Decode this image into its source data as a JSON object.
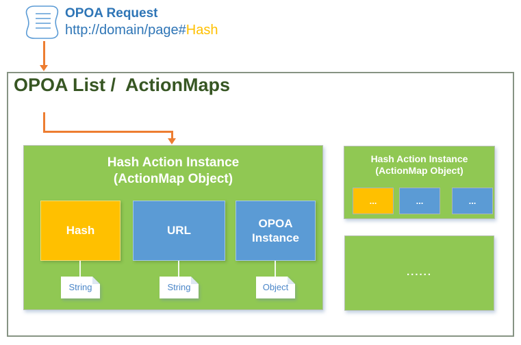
{
  "request": {
    "title": "OPOA Request",
    "url_prefix": "http://domain/page#",
    "url_hash": "Hash"
  },
  "list": {
    "title": "OPOA List /  ActionMaps"
  },
  "hash_action_instance": {
    "title_line1": "Hash Action Instance",
    "title_line2": "(ActionMap Object)",
    "members": [
      {
        "label": "Hash",
        "type": "String"
      },
      {
        "label": "URL",
        "type": "String"
      },
      {
        "label": "OPOA Instance",
        "type": "Object"
      }
    ]
  },
  "collapsed_instance": {
    "title_line1": "Hash Action Instance",
    "title_line2": "(ActionMap Object)",
    "members": [
      {
        "label": "..."
      },
      {
        "label": "..."
      },
      {
        "label": "..."
      }
    ]
  },
  "more_instances": {
    "label": "......"
  },
  "colors": {
    "green": "#90C853",
    "blue": "#5B9BD5",
    "gold": "#FFC000",
    "arrow_orange": "#ED7D31",
    "title_dark_green": "#375623",
    "text_blue": "#2E75B6",
    "note_text_blue": "#4A86C8",
    "frame_border": "#869383"
  }
}
